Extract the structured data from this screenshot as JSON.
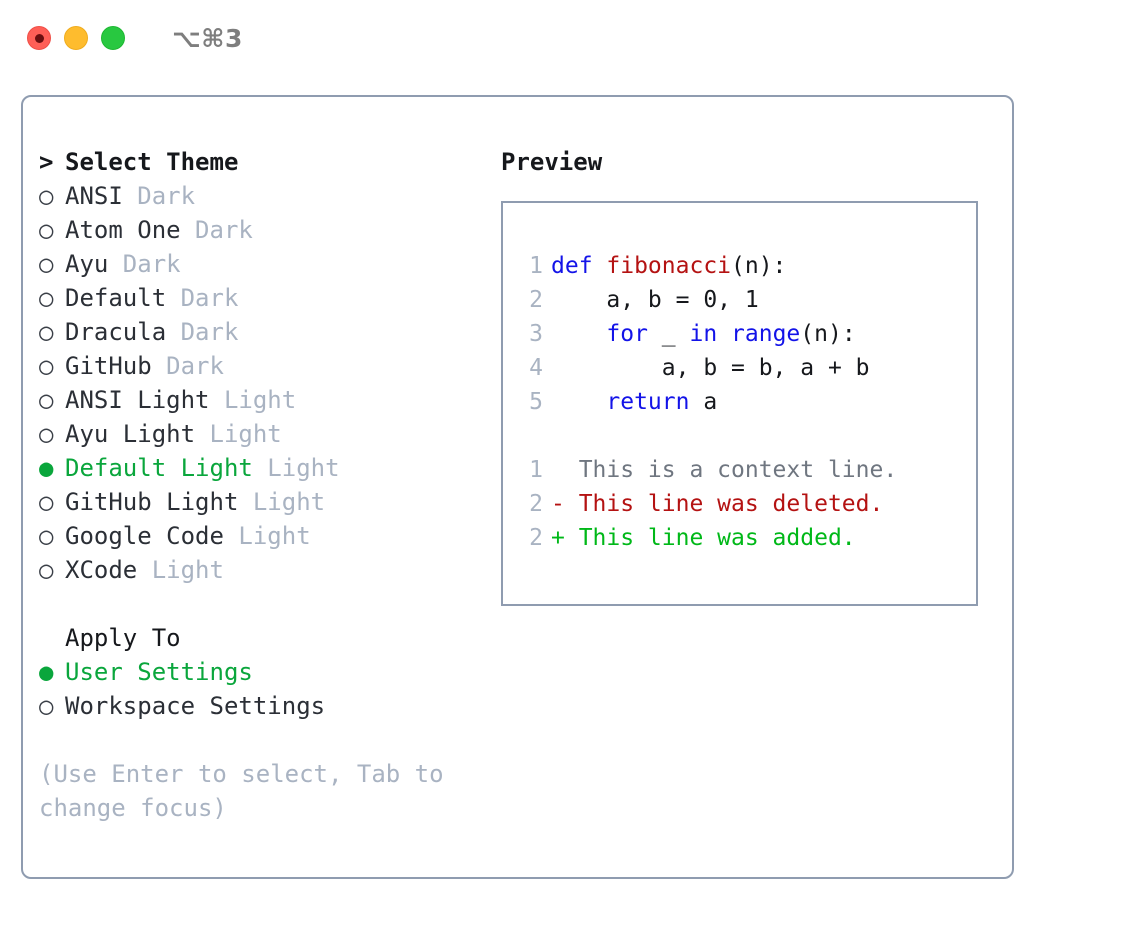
{
  "titlebar": {
    "shortcut": "⌥⌘3",
    "lights": [
      "close",
      "minimize",
      "maximize"
    ]
  },
  "theme_panel": {
    "heading": "Select Theme",
    "heading_marker": ">",
    "selected_bullet": "●",
    "unselected_bullet": "○",
    "items": [
      {
        "label": "ANSI",
        "tag": "Dark",
        "selected": false
      },
      {
        "label": "Atom One",
        "tag": "Dark",
        "selected": false
      },
      {
        "label": "Ayu",
        "tag": "Dark",
        "selected": false
      },
      {
        "label": "Default",
        "tag": "Dark",
        "selected": false
      },
      {
        "label": "Dracula",
        "tag": "Dark",
        "selected": false
      },
      {
        "label": "GitHub",
        "tag": "Dark",
        "selected": false
      },
      {
        "label": "ANSI Light",
        "tag": "Light",
        "selected": false
      },
      {
        "label": "Ayu Light",
        "tag": "Light",
        "selected": false
      },
      {
        "label": "Default Light",
        "tag": "Light",
        "selected": true
      },
      {
        "label": "GitHub Light",
        "tag": "Light",
        "selected": false
      },
      {
        "label": "Google Code",
        "tag": "Light",
        "selected": false
      },
      {
        "label": "XCode",
        "tag": "Light",
        "selected": false
      }
    ]
  },
  "apply_to": {
    "heading": "Apply To",
    "items": [
      {
        "label": "User Settings",
        "selected": true
      },
      {
        "label": "Workspace Settings",
        "selected": false
      }
    ]
  },
  "hint": "(Use Enter to select, Tab to change focus)",
  "preview": {
    "title": "Preview",
    "code_lines": [
      {
        "no": "1",
        "tokens": [
          {
            "t": "def ",
            "c": "kw"
          },
          {
            "t": "fibonacci",
            "c": "fn"
          },
          {
            "t": "(n):",
            "c": "plain"
          }
        ]
      },
      {
        "no": "2",
        "tokens": [
          {
            "t": "    a, b = 0, 1",
            "c": "plain"
          }
        ]
      },
      {
        "no": "3",
        "tokens": [
          {
            "t": "    ",
            "c": "plain"
          },
          {
            "t": "for",
            "c": "kw"
          },
          {
            "t": " _ ",
            "c": "plain"
          },
          {
            "t": "in",
            "c": "kw"
          },
          {
            "t": " ",
            "c": "plain"
          },
          {
            "t": "range",
            "c": "kw"
          },
          {
            "t": "(n):",
            "c": "plain"
          }
        ]
      },
      {
        "no": "4",
        "tokens": [
          {
            "t": "        a, b = b, a + b",
            "c": "plain"
          }
        ]
      },
      {
        "no": "5",
        "tokens": [
          {
            "t": "    ",
            "c": "plain"
          },
          {
            "t": "return",
            "c": "kw"
          },
          {
            "t": " a",
            "c": "plain"
          }
        ]
      }
    ],
    "diff_lines": [
      {
        "no": "1",
        "text": "  This is a context line.",
        "kind": "ctx"
      },
      {
        "no": "2",
        "text": "- This line was deleted.",
        "kind": "del"
      },
      {
        "no": "2",
        "text": "+ This line was added.",
        "kind": "add"
      }
    ]
  },
  "colors": {
    "accent_green": "#0aa63c",
    "muted_gray": "#a9b3c2",
    "border": "#8f9cb0",
    "keyword_blue": "#1313e8",
    "function_red": "#b41212",
    "diff_add_green": "#00b818",
    "diff_del_red": "#b41212",
    "traffic_red": "#ff5f57",
    "traffic_yellow": "#febc2e",
    "traffic_green": "#28c840"
  }
}
